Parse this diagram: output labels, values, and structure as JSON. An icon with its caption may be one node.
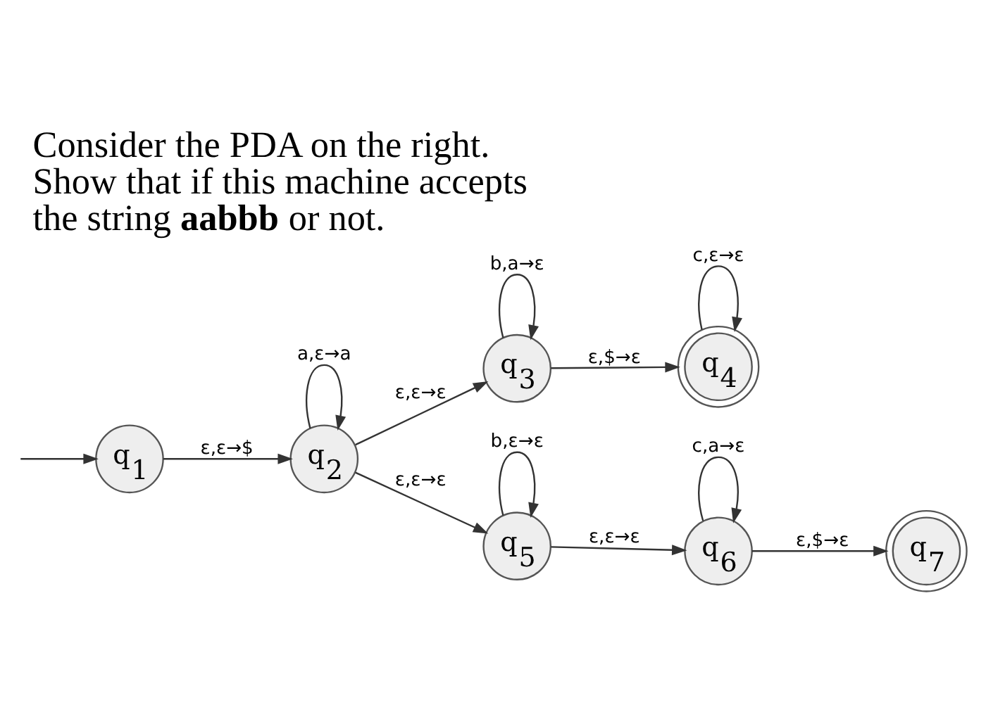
{
  "diagram": {
    "title": "Consider the PDA on the right. Show that if this machine accepts the string **aabbb** or not.",
    "nodes": [
      {
        "text": [
          "q$_{1}$"
        ]
      },
      {
        "text": [
          "q$_{2}$"
        ]
      },
      {
        "text": [
          "q$_{3}$"
        ]
      },
      {
        "text": [
          "q$_{4}$"
        ]
      },
      {
        "text": [
          "q$_{5}$"
        ]
      },
      {
        "text": [
          "q$_{6}$"
        ]
      },
      {
        "text": [
          "q$_{7}$"
        ]
      }
    ],
    "edges": [
      {
        "from": null,
        "to": 0,
        "arrow": "to"
      },
      {
        "from": 0,
        "to": 1,
        "arrow": "to",
        "label": "ε,ε→$"
      },
      {
        "from": 1,
        "to": 1,
        "arrow": "to",
        "label": "a,ε→a"
      },
      {
        "from": 1,
        "to": 2,
        "arrow": "to",
        "label": "ε,ε→ε"
      },
      {
        "from": 1,
        "to": 4,
        "arrow": "to",
        "label": "ε,ε→ε"
      },
      {
        "from": 2,
        "to": 2,
        "arrow": "to",
        "label": "b,a→ε"
      },
      {
        "from": 2,
        "to": 3,
        "arrow": "to",
        "label": "ε,$→ε"
      },
      {
        "from": 3,
        "to": 3,
        "arrow": "to",
        "label": "c,ε→ε"
      },
      {
        "from": 4,
        "to": 4,
        "arrow": "to",
        "label": "b,ε→ε"
      },
      {
        "from": 4,
        "to": 5,
        "arrow": "to",
        "label": "ε,ε→ε"
      },
      {
        "from": 5,
        "to": 5,
        "arrow": "to",
        "label": "c,a→ε"
      },
      {
        "from": 5,
        "to": 6,
        "arrow": "to",
        "label": "ε,$→ε"
      }
    ]
  }
}
